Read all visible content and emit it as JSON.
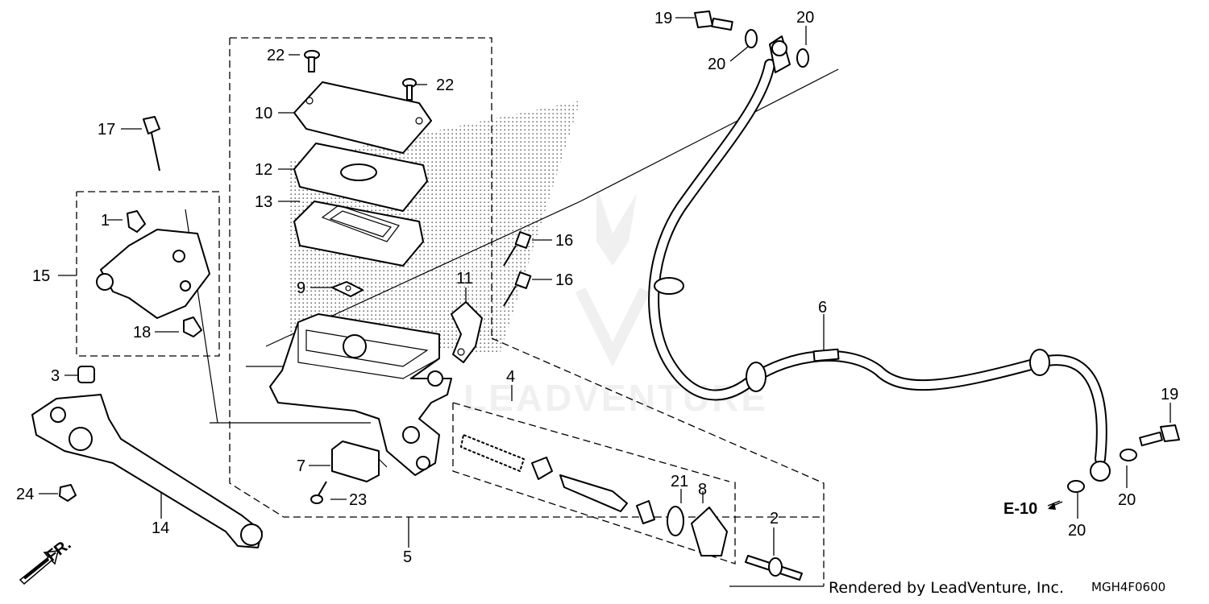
{
  "labels": {
    "l1": "1",
    "l2": "2",
    "l3": "3",
    "l4": "4",
    "l5": "5",
    "l6": "6",
    "l7": "7",
    "l8": "8",
    "l9": "9",
    "l10": "10",
    "l11": "11",
    "l12": "12",
    "l13": "13",
    "l14": "14",
    "l15": "15",
    "l16a": "16",
    "l16b": "16",
    "l17": "17",
    "l18": "18",
    "l19a": "19",
    "l19b": "19",
    "l20a": "20",
    "l20b": "20",
    "l20c": "20",
    "l20d": "20",
    "l21": "21",
    "l22a": "22",
    "l22b": "22",
    "l23": "23",
    "l24": "24"
  },
  "ref_tag": "E-10",
  "direction_label": "FR.",
  "footer": {
    "credit": "Rendered by LeadVenture, Inc.",
    "code": "MGH4F0600"
  },
  "watermark": "LEADVENTURE"
}
